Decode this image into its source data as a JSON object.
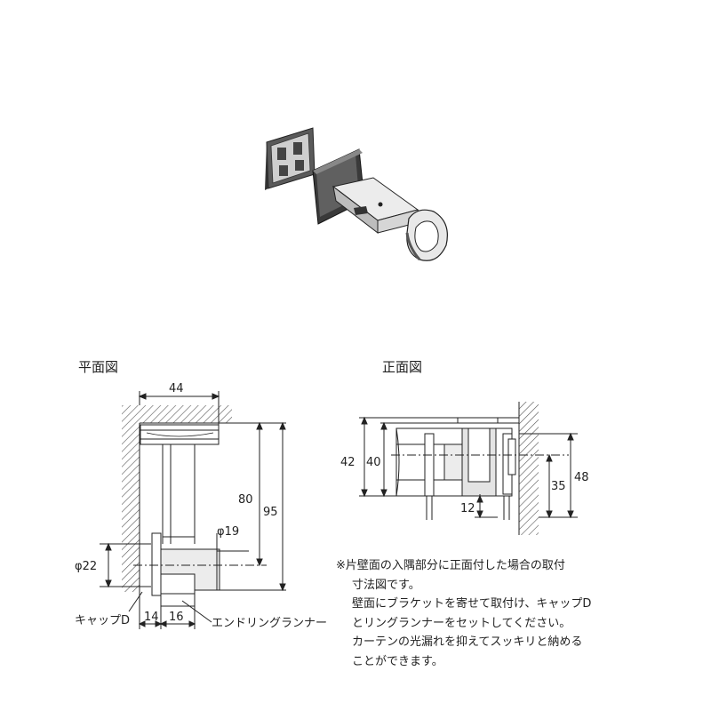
{
  "plan_view": {
    "title": "平面図",
    "dim_width": "44",
    "dim_80": "80",
    "dim_95": "95",
    "dim_phi19": "φ19",
    "dim_phi22": "φ22",
    "dim_14": "14",
    "dim_16": "16",
    "label_cap": "キャップD",
    "label_runner": "エンドリングランナー"
  },
  "front_view": {
    "title": "正面図",
    "dim_42": "42",
    "dim_40": "40",
    "dim_12": "12",
    "dim_35": "35",
    "dim_48": "48"
  },
  "note": {
    "line1": "※片壁面の入隅部分に正面付した場合の取付",
    "line2": "寸法図です。",
    "line3": "壁面にブラケットを寄せて取付け、キャップD",
    "line4": "とリングランナーをセットしてください。",
    "line5": "カーテンの光漏れを抑えてスッキリと納める",
    "line6": "ことができます。"
  },
  "colors": {
    "line": "#222222",
    "hatch": "#555555",
    "product_dark": "#3a3a3a",
    "product_light": "#e6e6e6"
  }
}
